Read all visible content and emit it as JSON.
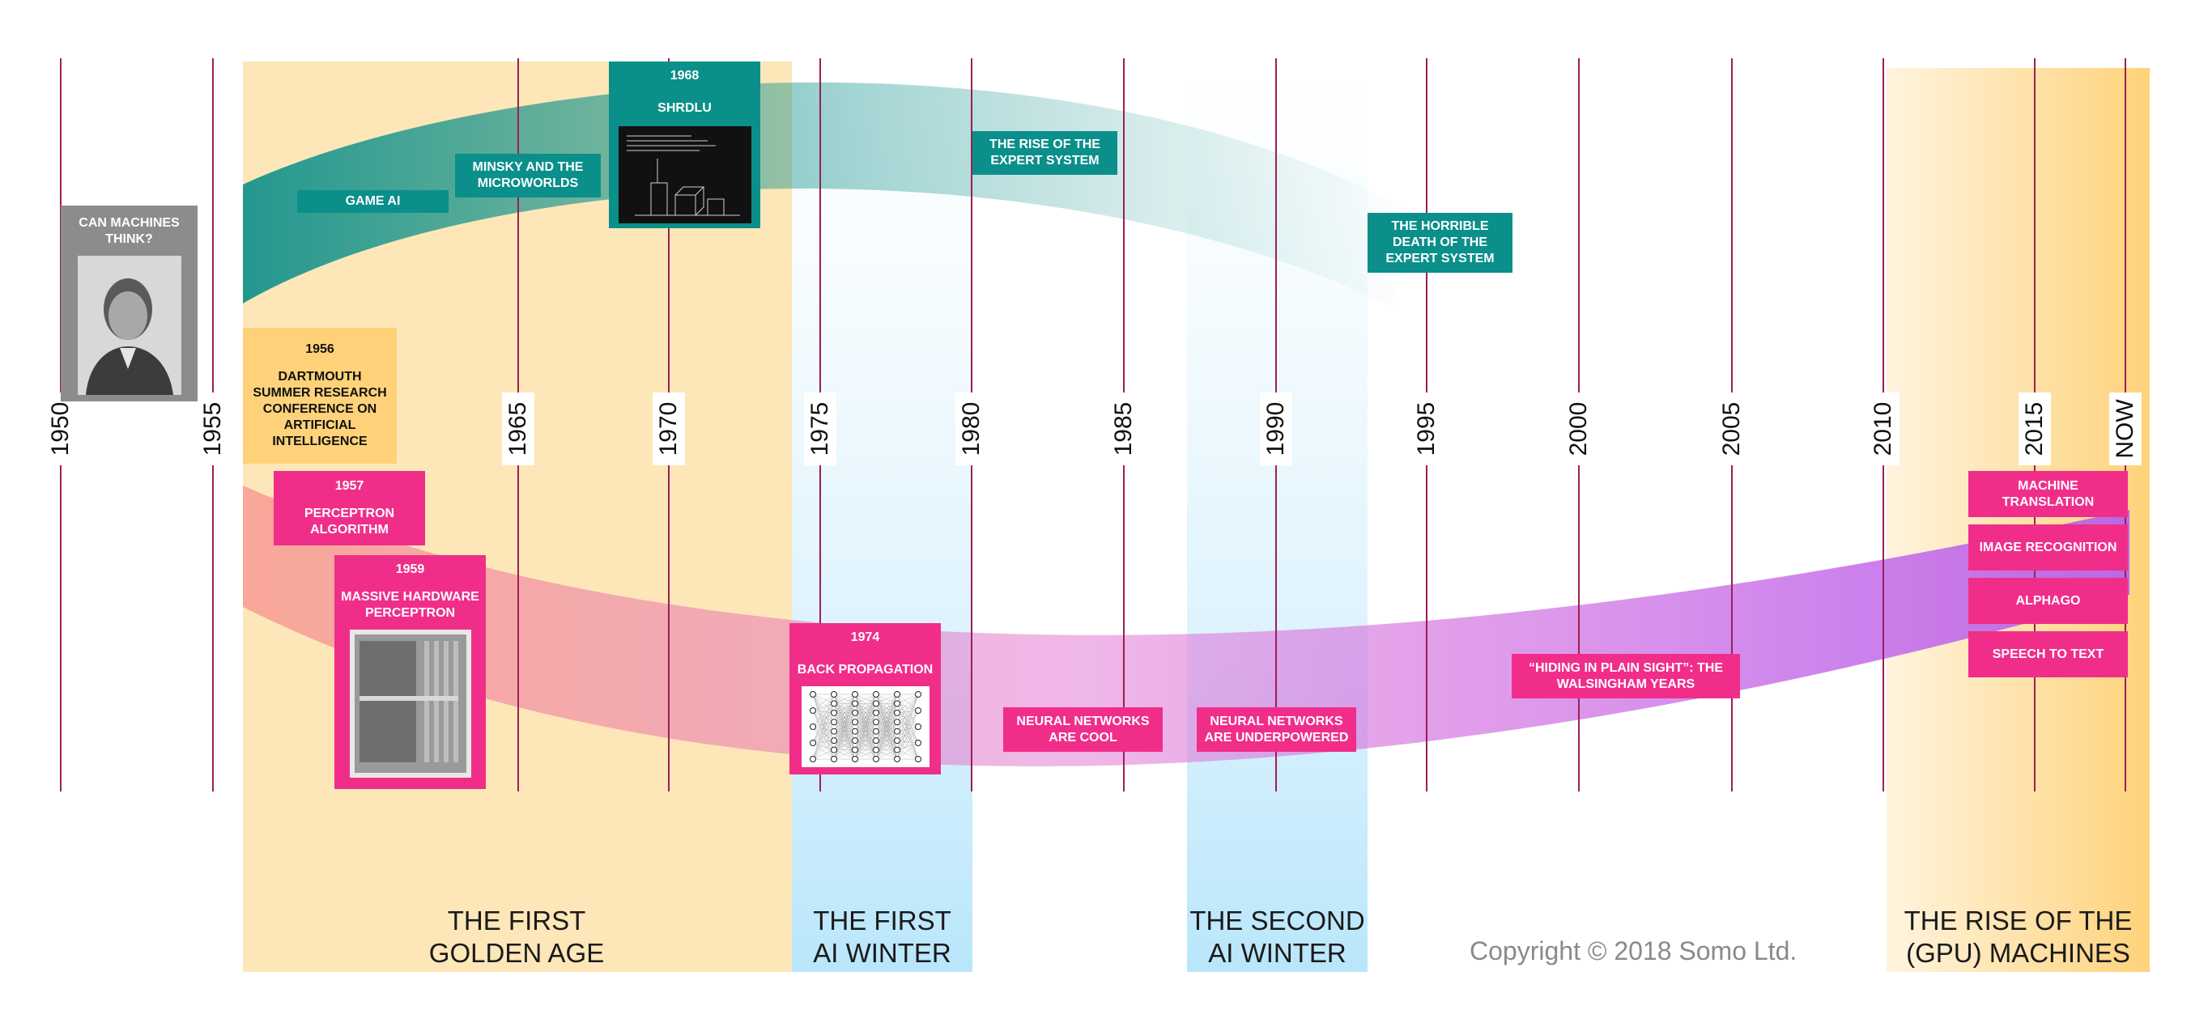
{
  "eras": [
    {
      "id": "golden",
      "line1": "THE FIRST",
      "line2": "GOLDEN AGE"
    },
    {
      "id": "winter1",
      "line1": "THE FIRST",
      "line2": "AI WINTER"
    },
    {
      "id": "winter2",
      "line1": "THE SECOND",
      "line2": "AI WINTER"
    },
    {
      "id": "gpu",
      "line1": "THE RISE OF THE",
      "line2": "(GPU) MACHINES"
    }
  ],
  "years": [
    "1950",
    "1955",
    "1965",
    "1970",
    "1975",
    "1980",
    "1985",
    "1990",
    "1995",
    "2000",
    "2005",
    "2010",
    "2015",
    "NOW"
  ],
  "symbolic": {
    "game_ai": "GAME AI",
    "minsky": "MINSKY AND THE MICROWORLDS",
    "shrdlu_year": "1968",
    "shrdlu": "SHRDLU",
    "expert_rise": "THE RISE OF THE EXPERT SYSTEM",
    "expert_death": "THE HORRIBLE DEATH OF THE EXPERT SYSTEM"
  },
  "turing": "CAN MACHINES THINK?",
  "dartmouth": {
    "year": "1956",
    "text": "DARTMOUTH SUMMER RESEARCH CONFERENCE ON ARTIFICIAL INTELLIGENCE"
  },
  "neural": {
    "perceptron_year": "1957",
    "perceptron": "PERCEPTRON ALGORITHM",
    "hardware_year": "1959",
    "hardware": "MASSIVE HARDWARE PERCEPTRON",
    "backprop_year": "1974",
    "backprop": "BACK PROPAGATION",
    "cool": "NEURAL NETWORKS ARE COOL",
    "underpowered": "NEURAL NETWORKS ARE UNDERPOWERED",
    "walsingham": "“HIDING IN PLAIN SIGHT”: THE WALSINGHAM YEARS",
    "mt": "MACHINE TRANSLATION",
    "image": "IMAGE RECOGNITION",
    "alphago": "ALPHAGO",
    "speech": "SPEECH TO TEXT"
  },
  "copyright": "Copyright © 2018 Somo Ltd.",
  "colors": {
    "teal": "#0b8f8a",
    "pink": "#f02e8a",
    "gold": "#ffd27a",
    "winter": "#b9e6fb",
    "gridline": "#9b1f55"
  }
}
